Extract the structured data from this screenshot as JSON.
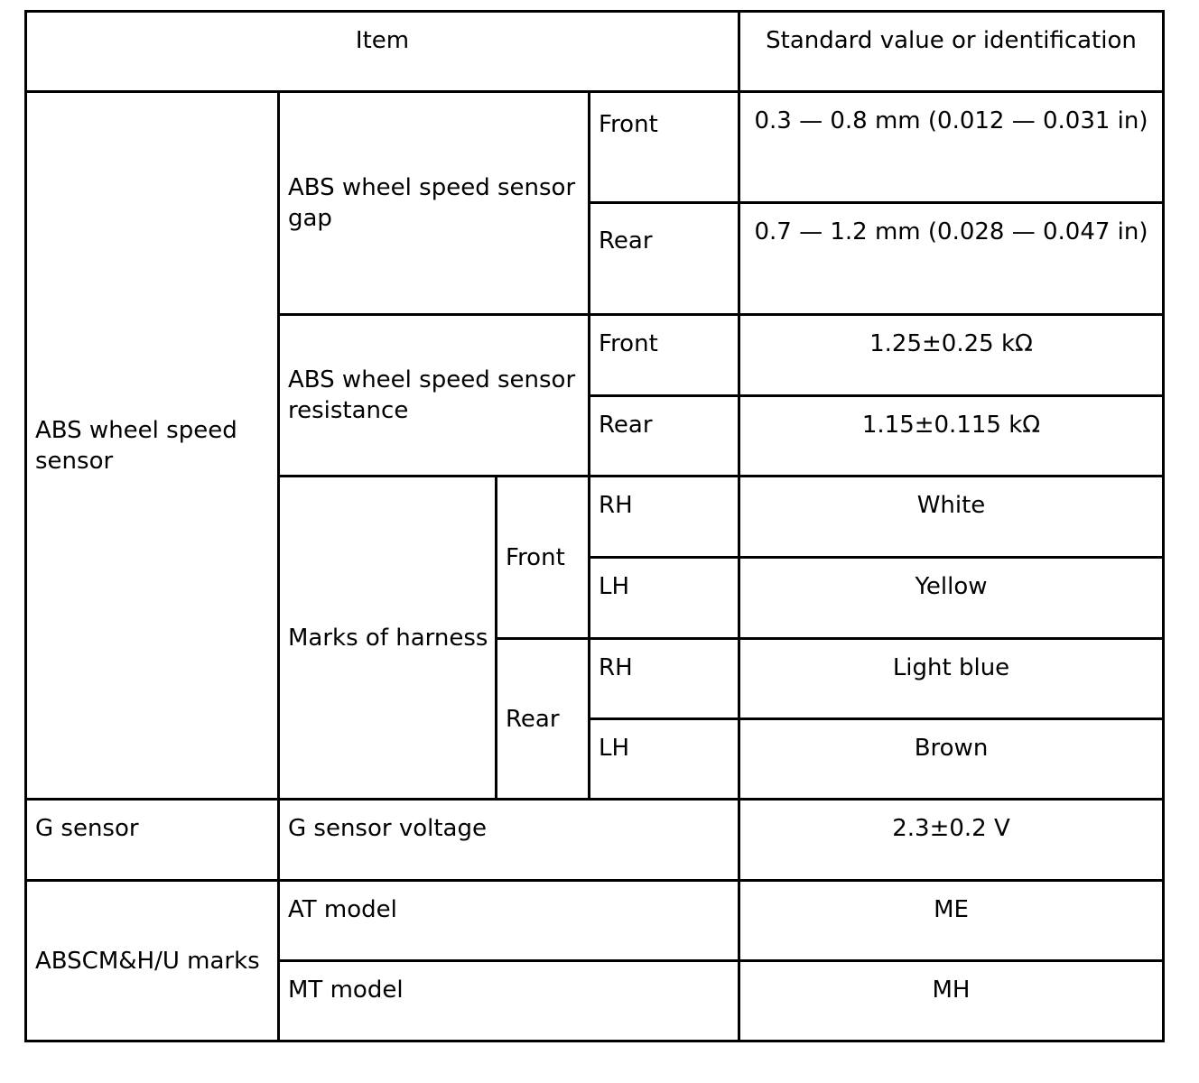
{
  "header": {
    "item": "Item",
    "standard": "Standard value or identification"
  },
  "abs_sensor": {
    "label": "ABS wheel speed sensor",
    "gap": {
      "label": "ABS wheel speed sensor gap",
      "front_label": "Front",
      "front_value": "0.3 — 0.8 mm (0.012 — 0.031 in)",
      "rear_label": "Rear",
      "rear_value": "0.7 — 1.2 mm (0.028 — 0.047 in)"
    },
    "resistance": {
      "label": "ABS wheel speed sensor resistance",
      "front_label": "Front",
      "front_value": "1.25±0.25 kΩ",
      "rear_label": "Rear",
      "rear_value": "1.15±0.115 kΩ"
    },
    "harness": {
      "label": "Marks of harness",
      "front_label": "Front",
      "rear_label": "Rear",
      "front_rh_label": "RH",
      "front_rh_value": "White",
      "front_lh_label": "LH",
      "front_lh_value": "Yellow",
      "rear_rh_label": "RH",
      "rear_rh_value": "Light blue",
      "rear_lh_label": "LH",
      "rear_lh_value": "Brown"
    }
  },
  "g_sensor": {
    "label": "G sensor",
    "voltage_label": "G sensor voltage",
    "voltage_value": "2.3±0.2 V"
  },
  "abscm": {
    "label": "ABSCM&H/U marks",
    "at_label": "AT model",
    "at_value": "ME",
    "mt_label": "MT model",
    "mt_value": "MH"
  }
}
